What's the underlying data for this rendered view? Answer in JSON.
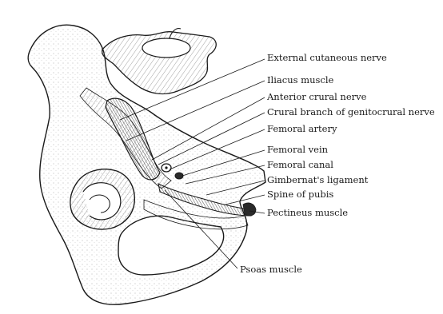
{
  "labels": {
    "external_cutaneous_nerve": "External cutaneous nerve",
    "iliacus_muscle": "Iliacus muscle",
    "anterior_crural_nerve": "Anterior crural nerve",
    "crural_branch_genitocrural_nerve": "Crural branch of genitocrural nerve",
    "femoral_artery": "Femoral artery",
    "femoral_vein": "Femoral vein",
    "femoral_canal": "Femoral canal",
    "gimbernats_ligament": "Gimbernat's ligament",
    "spine_of_pubis": "Spine of pubis",
    "pectineus_muscle": "Pectineus muscle",
    "psoas_muscle": "Psoas muscle"
  },
  "colors": {
    "ink": "#1a1a1a",
    "bone_shade": "#6a6a6a",
    "background": "#ffffff"
  }
}
